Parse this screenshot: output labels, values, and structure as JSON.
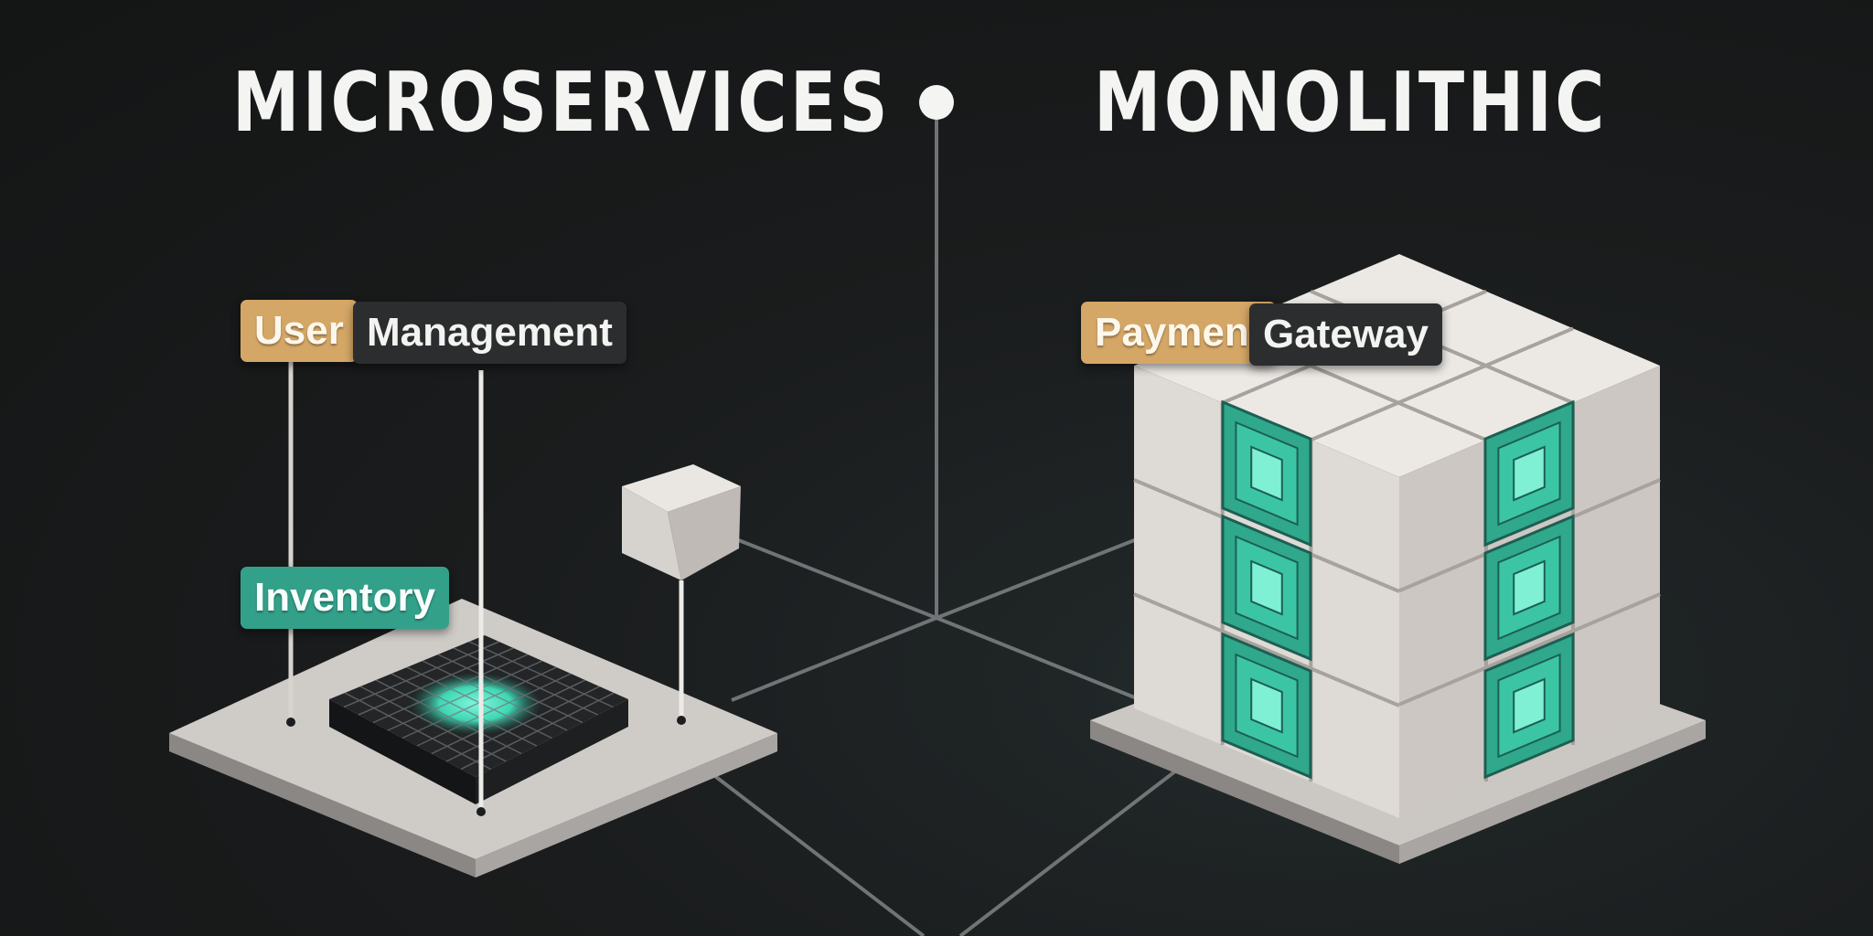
{
  "headings": {
    "left": "MICROSERVICES",
    "right": "MONOLITHIC"
  },
  "labels": {
    "user": "User",
    "management": "Management",
    "inventory": "Inventory",
    "payment": "Payment",
    "gateway": "Gateway"
  },
  "colors": {
    "background": "#161718",
    "heading": "#f4f4f2",
    "accent_teal": "#3fd6b4",
    "tag_tan": "#d5a766",
    "tag_dark": "#2c2d2e",
    "tag_teal": "#33a08a",
    "cube_face": "#e7e3de"
  }
}
